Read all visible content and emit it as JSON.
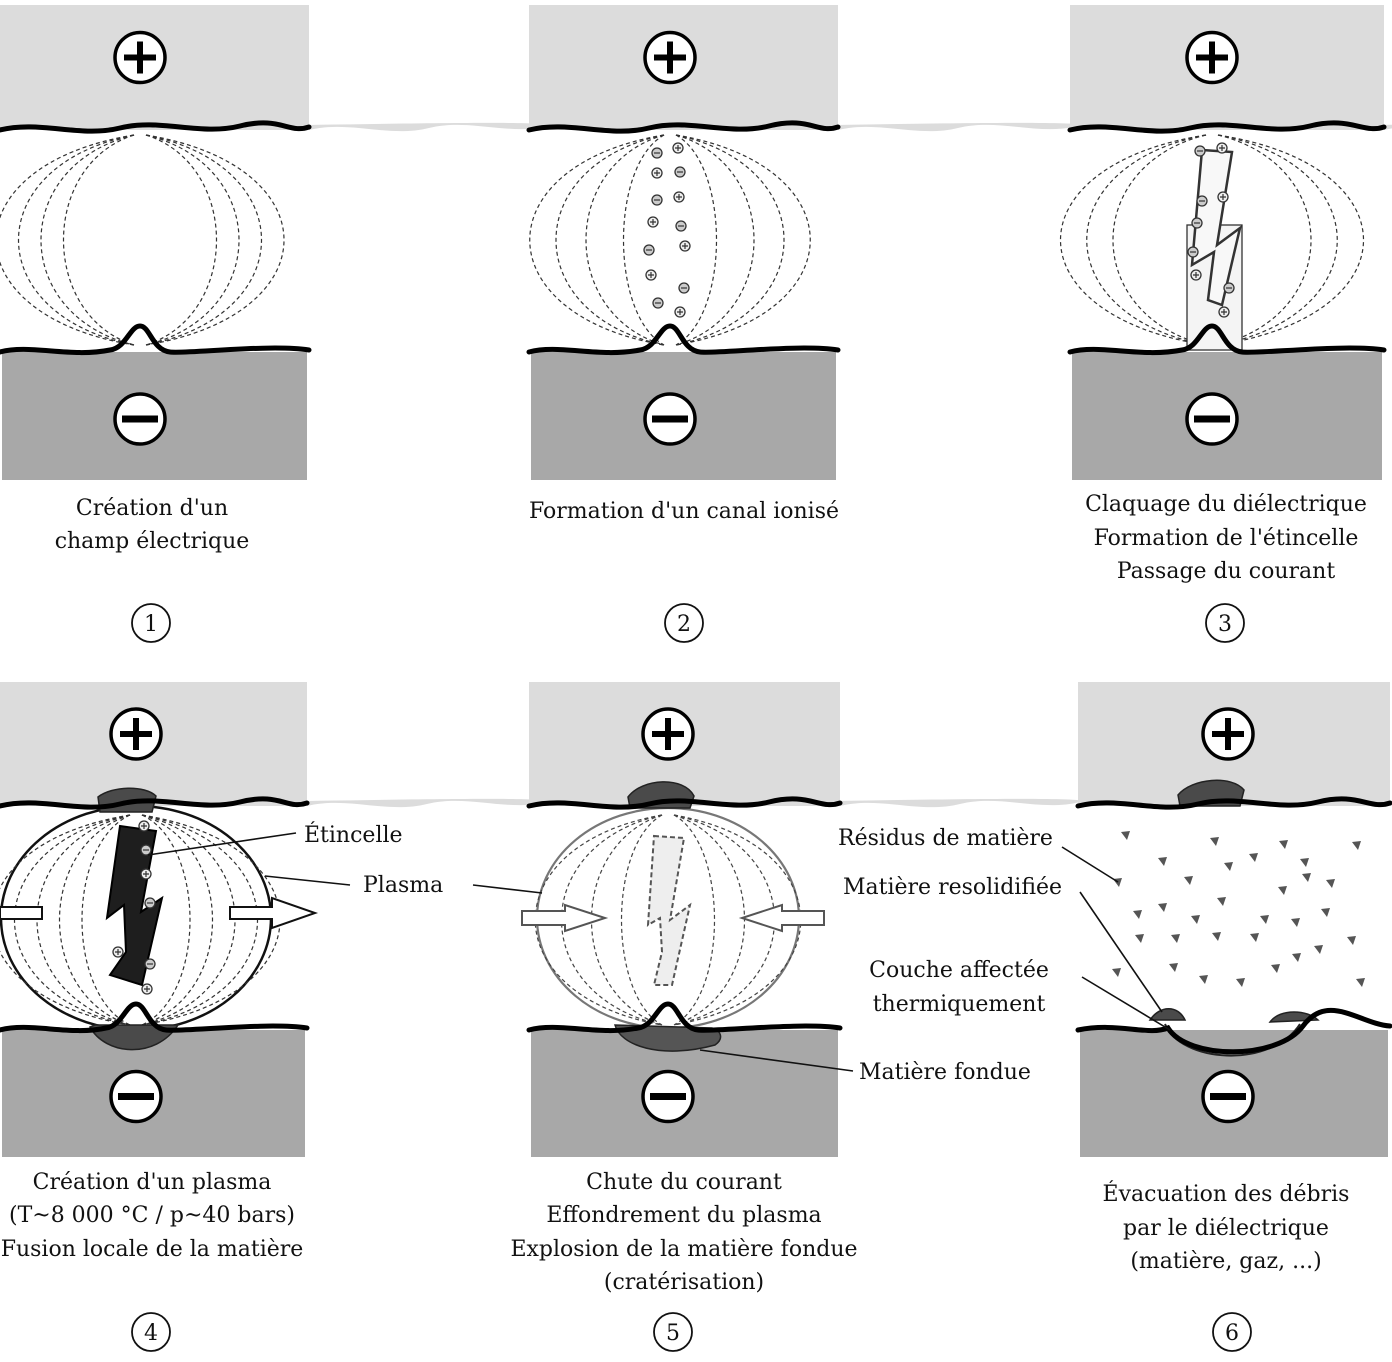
{
  "colors": {
    "anode": "#dcdcdc",
    "cathode": "#a8a8a8",
    "molten": "#4a4a4a",
    "residue": "#555555",
    "plasma_outline_active": "#111111",
    "plasma_outline_faded": "#777777"
  },
  "panels": [
    {
      "number": "1",
      "caption": [
        "Création d'un",
        "champ électrique"
      ],
      "anode_symbol": "plus-icon",
      "cathode_symbol": "minus-icon"
    },
    {
      "number": "2",
      "caption": [
        "Formation d'un canal ionisé"
      ],
      "anode_symbol": "plus-icon",
      "cathode_symbol": "minus-icon"
    },
    {
      "number": "3",
      "caption": [
        "Claquage du diélectrique",
        "Formation de l'étincelle",
        "Passage du courant"
      ],
      "anode_symbol": "plus-icon",
      "cathode_symbol": "minus-icon"
    },
    {
      "number": "4",
      "caption": [
        "Création d'un plasma",
        "(T~8 000 °C / p~40 bars)",
        "Fusion locale de la matière"
      ],
      "anode_symbol": "plus-icon",
      "cathode_symbol": "minus-icon"
    },
    {
      "number": "5",
      "caption": [
        "Chute du courant",
        "Effondrement du plasma",
        "Explosion de la matière fondue",
        "(cratérisation)"
      ],
      "anode_symbol": "plus-icon",
      "cathode_symbol": "minus-icon"
    },
    {
      "number": "6",
      "caption": [
        "Évacuation des débris",
        "par le diélectrique",
        "(matière, gaz, ...)"
      ],
      "anode_symbol": "plus-icon",
      "cathode_symbol": "minus-icon"
    }
  ],
  "callouts": {
    "spark": "Étincelle",
    "plasma": "Plasma",
    "molten": "Matière fondue",
    "residues": "Résidus de matière",
    "resolidified": "Matière resolidifiée",
    "haz": [
      "Couche affectée",
      "thermiquement"
    ]
  }
}
